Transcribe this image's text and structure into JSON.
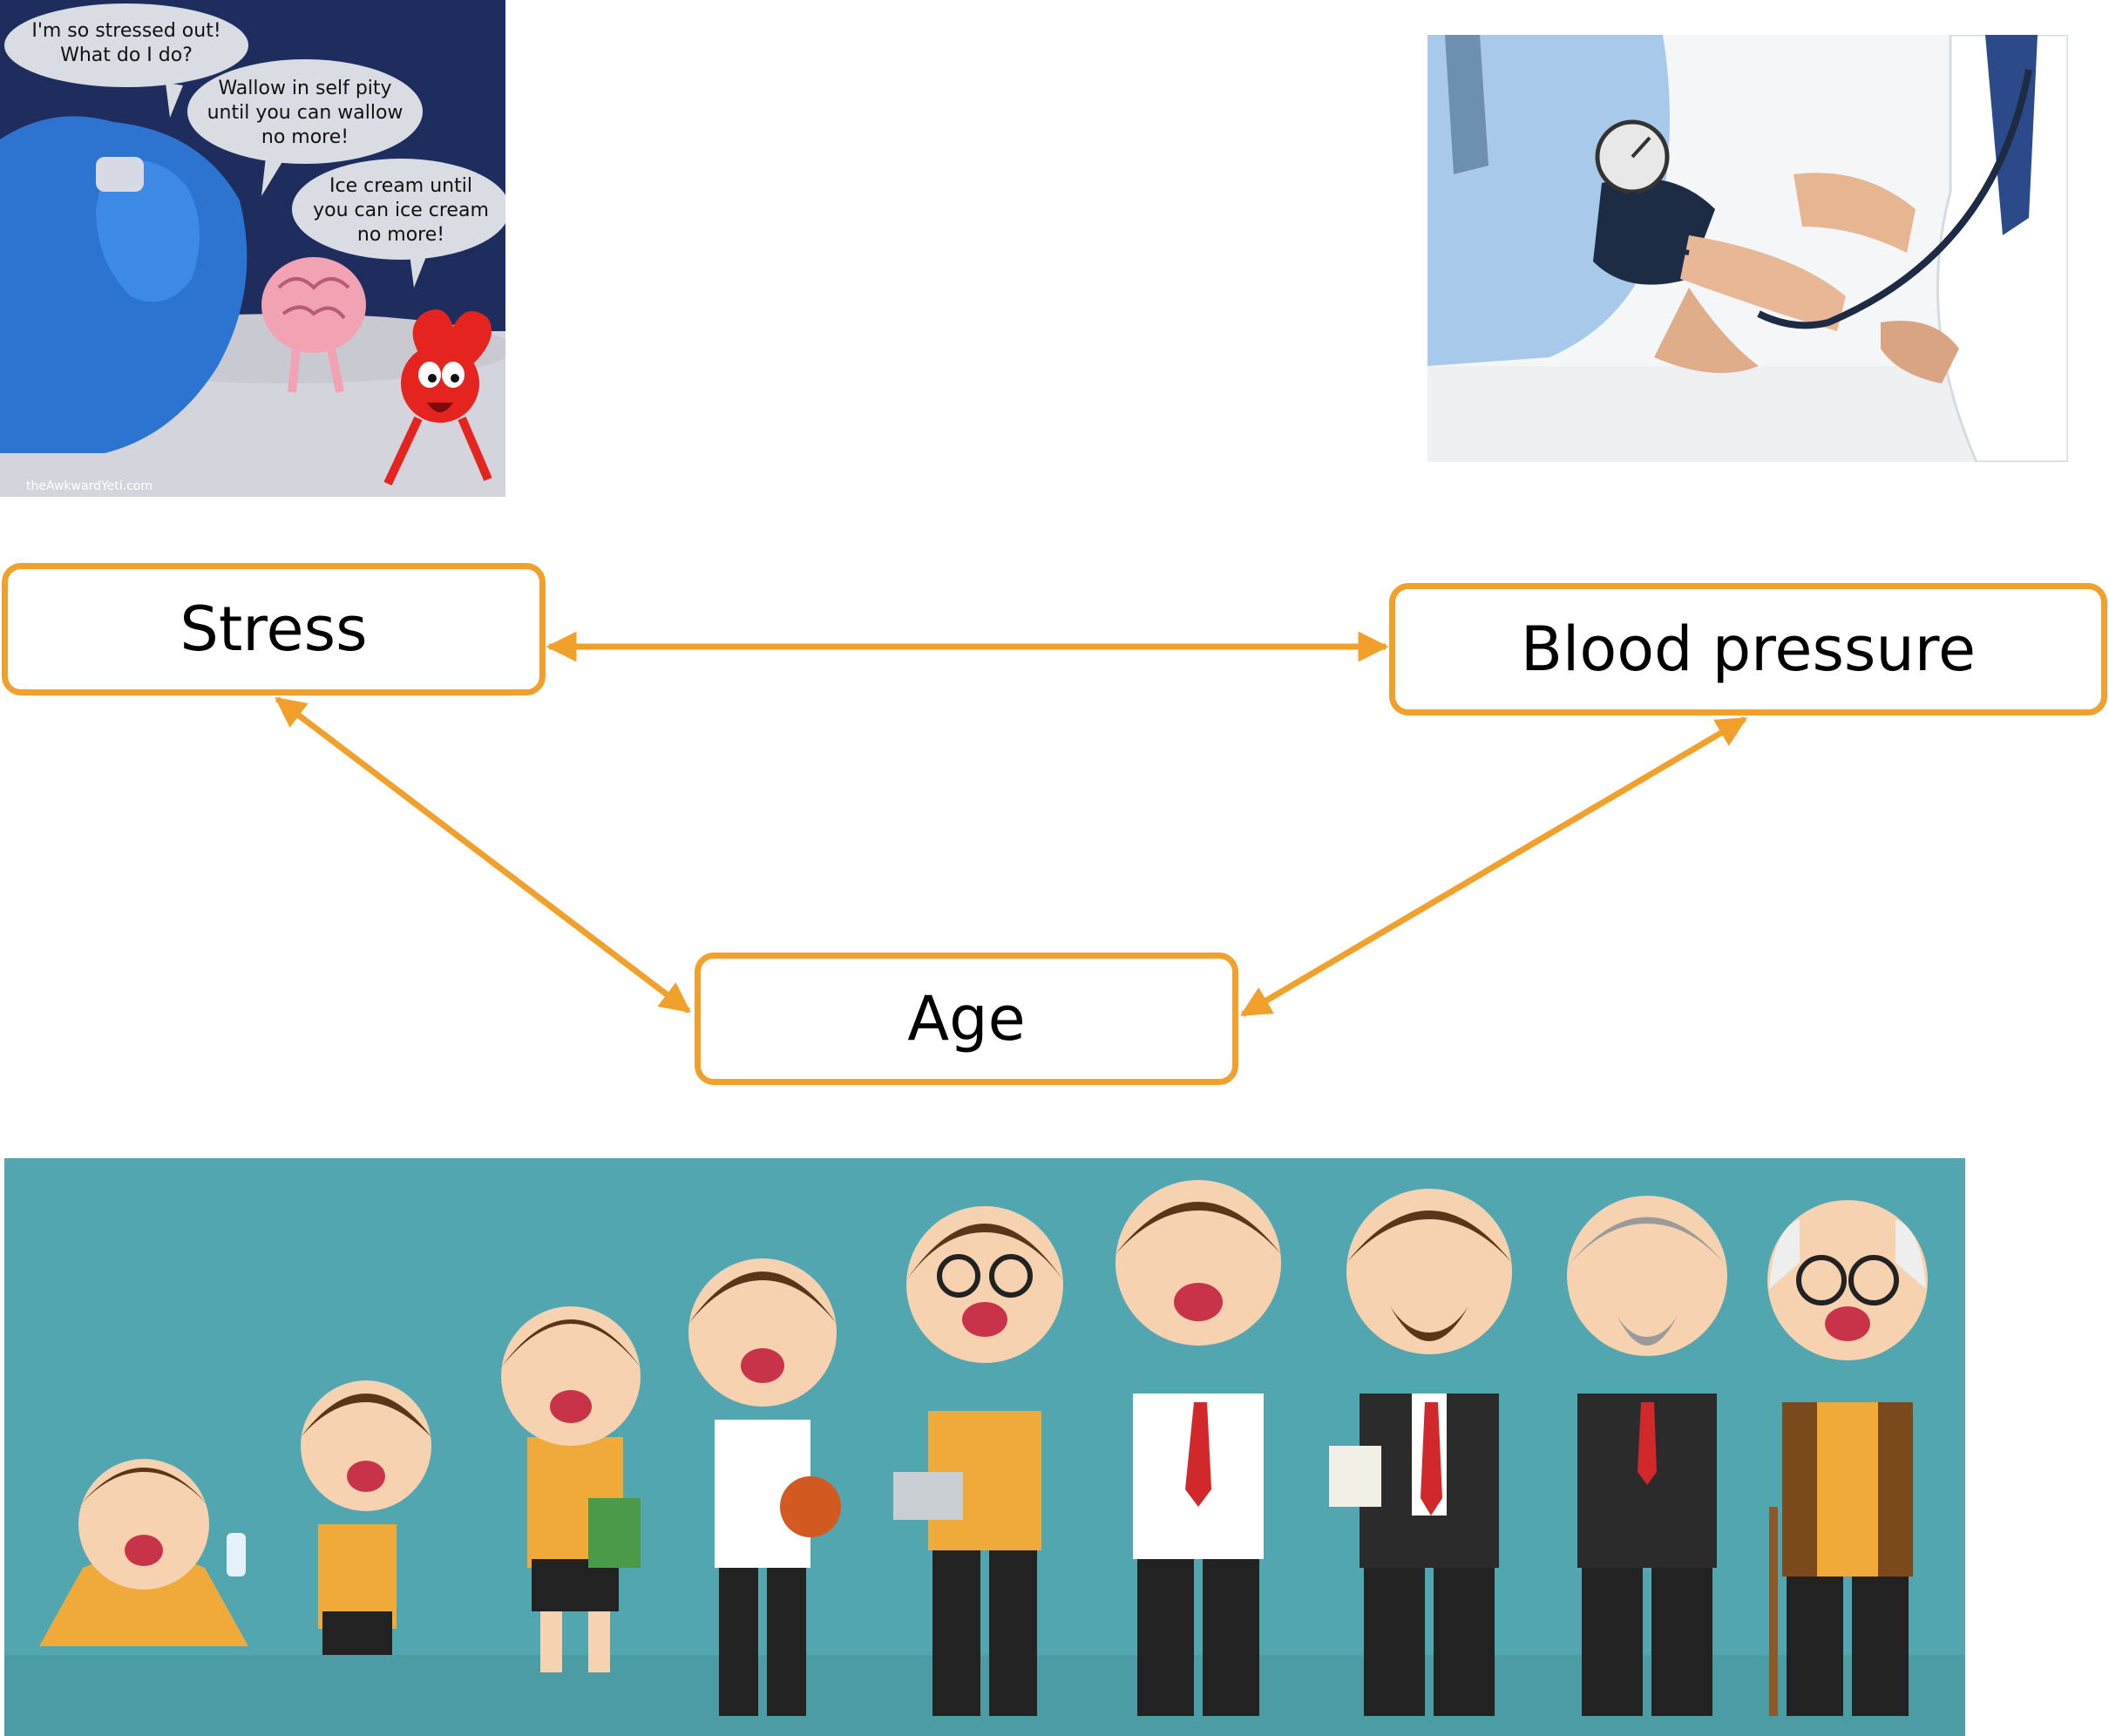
{
  "nodes": {
    "stress": "Stress",
    "blood_pressure": "Blood pressure",
    "age": "Age"
  },
  "comic": {
    "bubble1": [
      "I'm so stressed out!",
      "What do I do?"
    ],
    "bubble2": [
      "Wallow in self pity",
      "until you can wallow",
      "no more!"
    ],
    "bubble3": [
      "Ice cream until",
      "you can ice cream",
      "no more!"
    ],
    "credit": "theAwkwardYeti.com"
  },
  "colors": {
    "accent": "#f2a02c",
    "comic_bg": "#203060",
    "teal_bg": "#52a6b0"
  }
}
